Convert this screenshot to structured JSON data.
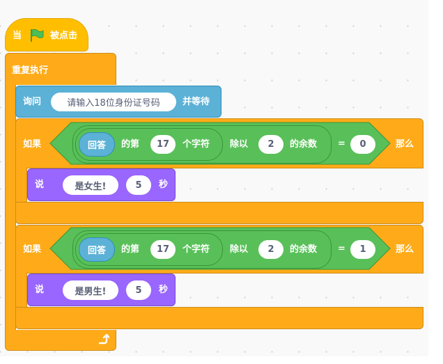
{
  "hat": {
    "when": "当",
    "flag_icon": "green-flag-icon",
    "clicked": "被点击"
  },
  "forever": {
    "label": "重复执行",
    "loop_icon": "loop-arrow-icon"
  },
  "ask": {
    "label": "询问",
    "prompt": "请输入18位身份证号码",
    "and_wait": "并等待"
  },
  "if_blocks": [
    {
      "if_label": "如果",
      "answer": "回答",
      "letter_label": "的第",
      "letter_index": "17",
      "letter_of": "个字符",
      "mod_label": "除以",
      "divisor": "2",
      "remainder_label": "的余数",
      "equals": "=",
      "compare_value": "0",
      "then_label": "那么",
      "say": {
        "label": "说",
        "message": "是女生!",
        "secs": "5",
        "secs_label": "秒"
      }
    },
    {
      "if_label": "如果",
      "answer": "回答",
      "letter_label": "的第",
      "letter_index": "17",
      "letter_of": "个字符",
      "mod_label": "除以",
      "divisor": "2",
      "remainder_label": "的余数",
      "equals": "=",
      "compare_value": "1",
      "then_label": "那么",
      "say": {
        "label": "说",
        "message": "是男生!",
        "secs": "5",
        "secs_label": "秒"
      }
    }
  ],
  "colors": {
    "events": "#FFBF00",
    "control": "#FFAB19",
    "sensing": "#5CB1D6",
    "operators": "#59C059",
    "looks": "#9966FF",
    "workspace": "#F9F9F9"
  }
}
